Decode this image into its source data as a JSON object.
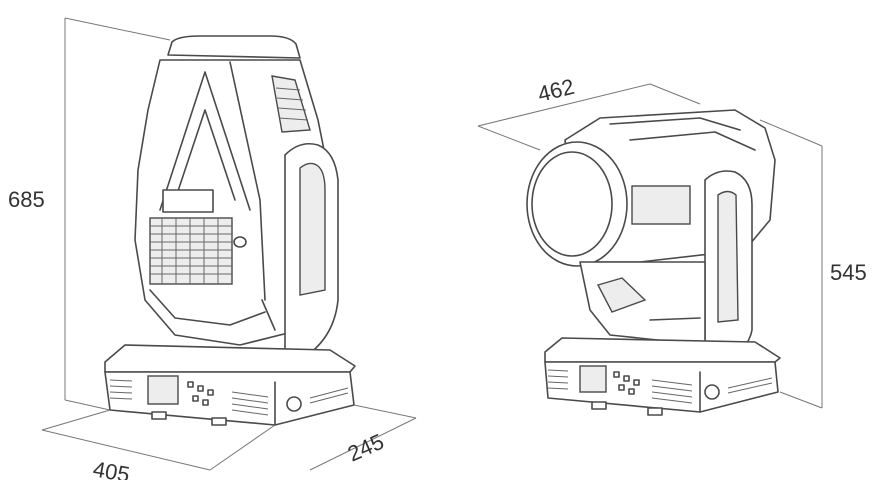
{
  "dimensions": {
    "front_height": "685",
    "front_width": "405",
    "front_depth": "245",
    "side_length": "462",
    "side_height": "545"
  }
}
